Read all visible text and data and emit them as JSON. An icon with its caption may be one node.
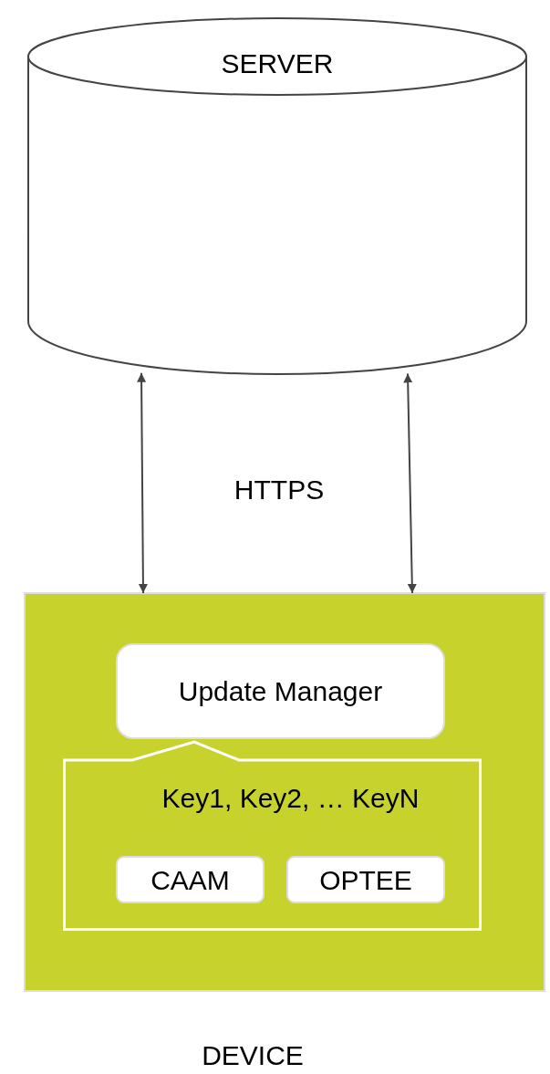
{
  "diagram": {
    "nodes": [
      {
        "text": [
          "SERVER"
        ]
      },
      {
        "text": [
          "DEVICE"
        ]
      },
      {
        "text": [
          "Update Manager"
        ],
        "in": 1
      },
      {
        "text": [
          "Key1, Key2, … KeyN"
        ],
        "in": 1
      },
      {
        "text": [
          "CAAM"
        ],
        "in": 3
      },
      {
        "text": [
          "OPTEE"
        ],
        "in": 3
      }
    ],
    "edges": [
      {
        "from": 0,
        "to": 1,
        "arrow": "both"
      },
      {
        "from": 0,
        "to": 1,
        "arrow": "both"
      }
    ],
    "labels": [
      "HTTPS"
    ]
  }
}
